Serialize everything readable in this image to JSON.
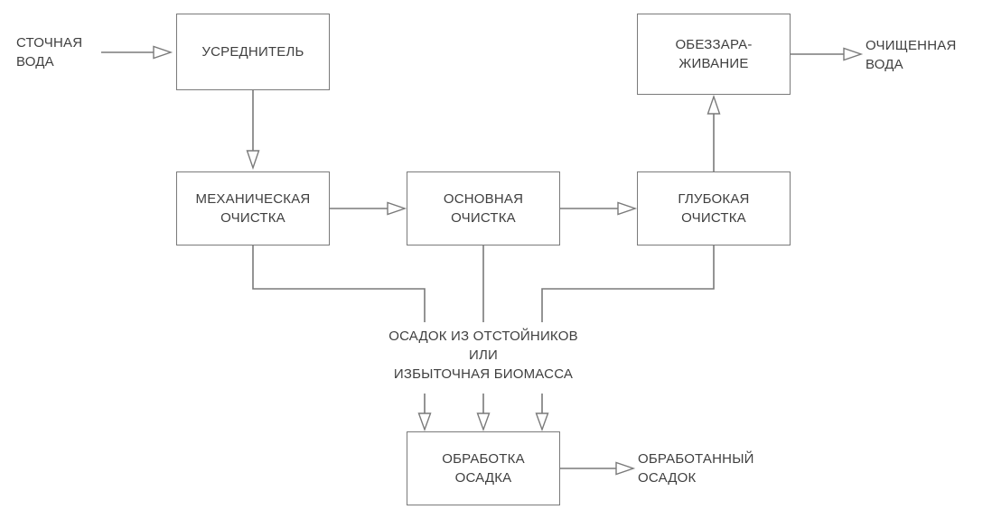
{
  "diagram": {
    "type": "flowchart",
    "nodes": {
      "equalizer": "УСРЕДНИТЕЛЬ",
      "mechanical": "МЕХАНИЧЕСКАЯ\nОЧИСТКА",
      "primary": "ОСНОВНАЯ\nОЧИСТКА",
      "deep": "ГЛУБОКАЯ\nОЧИСТКА",
      "disinfection": "ОБЕЗЗАРА-\nЖИВАНИЕ",
      "sludge_processing": "ОБРАБОТКА\nОСАДКА"
    },
    "labels": {
      "input_water": "СТОЧНАЯ\nВОДА",
      "output_water": "ОЧИЩЕННАЯ\nВОДА",
      "sludge_note": "ОСАДОК ИЗ ОТСТОЙНИКОВ\nИЛИ\nИЗБЫТОЧНАЯ БИОМАССА",
      "output_sludge": "ОБРАБОТАННЫЙ\nОСАДОК"
    },
    "colors": {
      "line": "#7a7a7a",
      "text": "#3f3f3f",
      "background": "#ffffff"
    }
  }
}
